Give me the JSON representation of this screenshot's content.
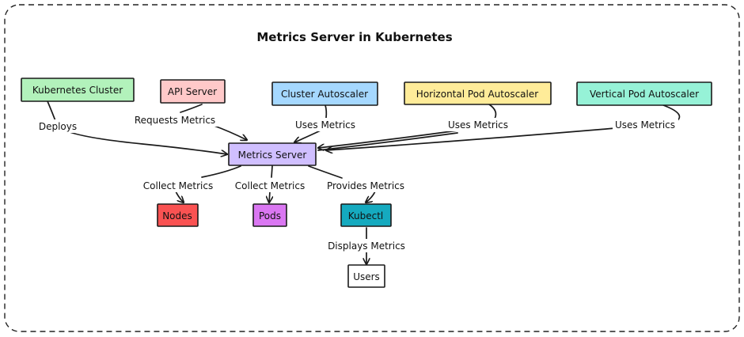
{
  "title": "Metrics Server in Kubernetes",
  "nodes": {
    "kubernetes_cluster": {
      "label": "Kubernetes Cluster",
      "fill": "#b2f2bb"
    },
    "api_server": {
      "label": "API Server",
      "fill": "#ffc9c9"
    },
    "cluster_autoscaler": {
      "label": "Cluster Autoscaler",
      "fill": "#a5d8ff"
    },
    "horizontal_pod_autoscaler": {
      "label": "Horizontal Pod Autoscaler",
      "fill": "#ffec99"
    },
    "vertical_pod_autoscaler": {
      "label": "Vertical Pod Autoscaler",
      "fill": "#96f2d7"
    },
    "metrics_server": {
      "label": "Metrics Server",
      "fill": "#d0bfff"
    },
    "nodes": {
      "label": "Nodes",
      "fill": "#fa5252"
    },
    "pods": {
      "label": "Pods",
      "fill": "#da77f2"
    },
    "kubectl": {
      "label": "Kubectl",
      "fill": "#15aabf"
    },
    "users": {
      "label": "Users",
      "fill": "#ffffff"
    }
  },
  "edges": {
    "deploys": {
      "from": "Kubernetes Cluster",
      "to": "Metrics Server",
      "label": "Deploys"
    },
    "requests_metrics": {
      "from": "API Server",
      "to": "Metrics Server",
      "label": "Requests Metrics"
    },
    "ca_uses_metrics": {
      "from": "Cluster Autoscaler",
      "to": "Metrics Server",
      "label": "Uses Metrics"
    },
    "hpa_uses_metrics": {
      "from": "Horizontal Pod Autoscaler",
      "to": "Metrics Server",
      "label": "Uses Metrics"
    },
    "vpa_uses_metrics": {
      "from": "Vertical Pod Autoscaler",
      "to": "Metrics Server",
      "label": "Uses Metrics"
    },
    "collect_nodes": {
      "from": "Metrics Server",
      "to": "Nodes",
      "label": "Collect Metrics"
    },
    "collect_pods": {
      "from": "Metrics Server",
      "to": "Pods",
      "label": "Collect Metrics"
    },
    "provides_metrics": {
      "from": "Metrics Server",
      "to": "Kubectl",
      "label": "Provides Metrics"
    },
    "displays_metrics": {
      "from": "Kubectl",
      "to": "Users",
      "label": "Displays Metrics"
    }
  }
}
